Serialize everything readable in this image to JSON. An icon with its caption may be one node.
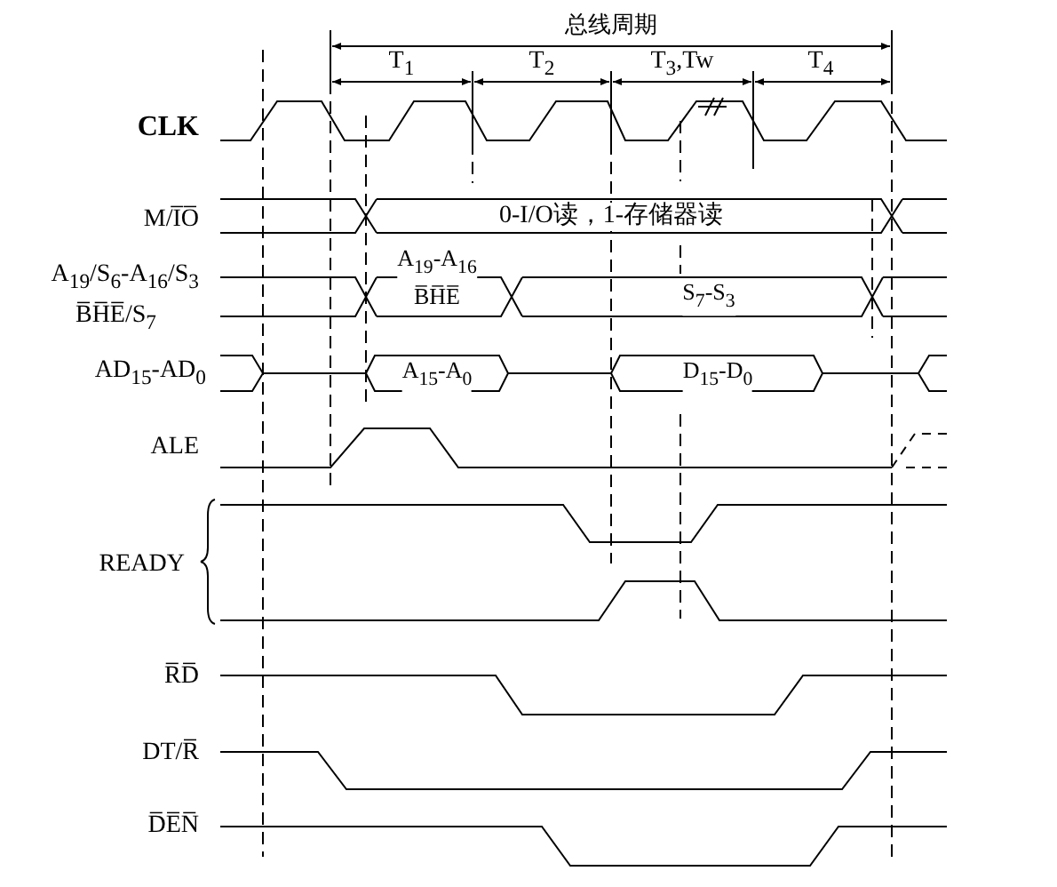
{
  "diagram": {
    "labels": [
      "总线周期",
      "T$_{1}$",
      "T$_{2}$",
      "T$_{3}$,Tw",
      "T$_{4}$",
      "CLK",
      "M/I̅O̅",
      "0-I/O读，1-存储器读",
      "A$_{19}$/S$_{6}$-A$_{16}$/S$_{3}$",
      "B̅H̅E̅/S$_{7}$",
      "A$_{19}$-A$_{16}$",
      "B̅H̅E̅",
      "S$_{7}$-S$_{3}$",
      "AD$_{15}$-AD$_{0}$",
      "A$_{15}$-A$_{0}$",
      "D$_{15}$-D$_{0}$",
      "ALE",
      "READY",
      "R̅D̅",
      "DT/R̅",
      "D̅E̅N̅"
    ]
  }
}
